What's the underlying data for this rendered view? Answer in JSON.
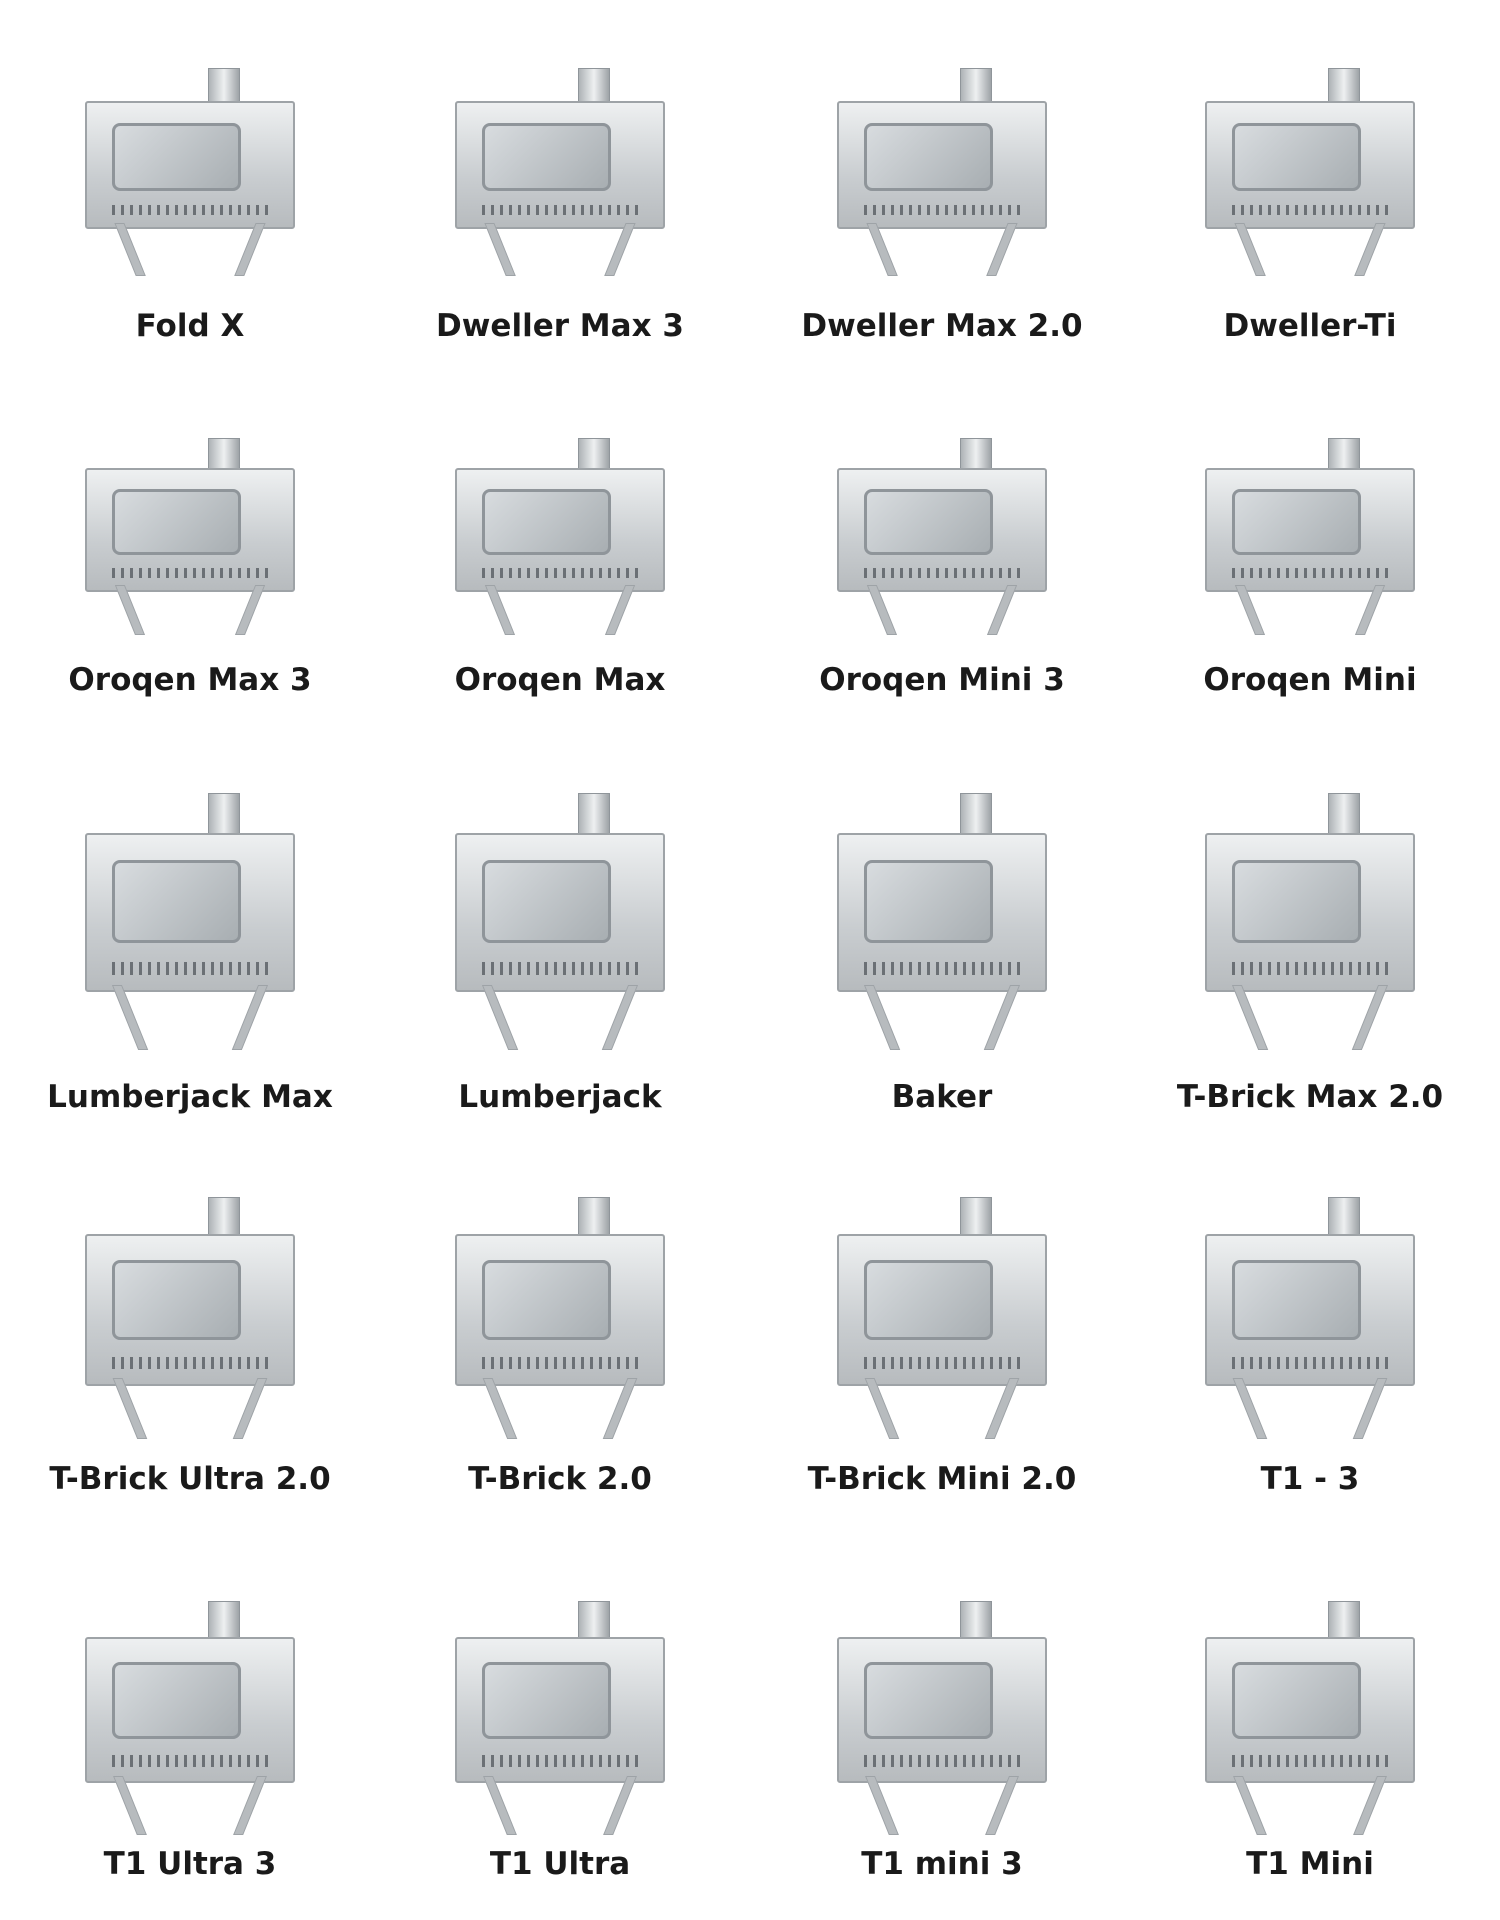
{
  "rows": [
    [
      "Fold X",
      "Dweller Max 3",
      "Dweller Max 2.0",
      "Dweller-Ti"
    ],
    [
      "Oroqen Max 3",
      "Oroqen Max",
      "Oroqen Mini 3",
      "Oroqen Mini"
    ],
    [
      "Lumberjack Max",
      "Lumberjack",
      "Baker",
      "T-Brick Max 2.0"
    ],
    [
      "T-Brick Ultra 2.0",
      "T-Brick 2.0",
      "T-Brick Mini 2.0",
      "T1 - 3"
    ],
    [
      "T1 Ultra 3",
      "T1 Ultra",
      "T1 mini 3",
      "T1 Mini"
    ]
  ]
}
